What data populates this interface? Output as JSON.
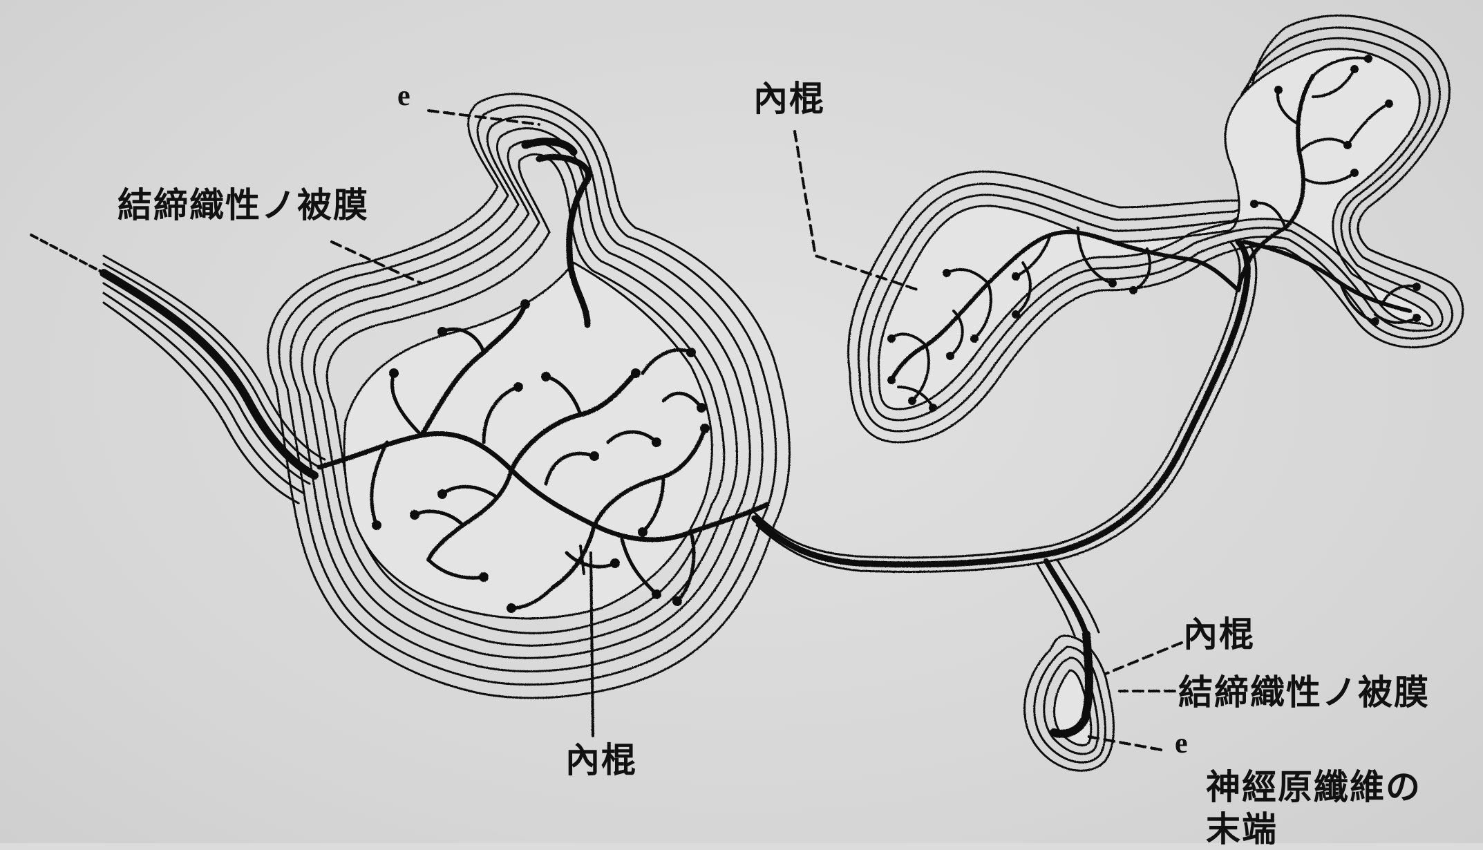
{
  "labels": {
    "capsule_left": "結締織性ノ被膜",
    "inner_bulb_top": "內棍",
    "inner_bulb_bottom": "內棍",
    "e_top": "e",
    "inner_bulb_right": "內棍",
    "capsule_right": "結締織性ノ被膜",
    "e_right": "e",
    "nerve_end_line1": "神經原纖維の",
    "nerve_end_line2": "末端"
  },
  "colors": {
    "ink": "#111111",
    "paper": "#dcdcdc"
  }
}
